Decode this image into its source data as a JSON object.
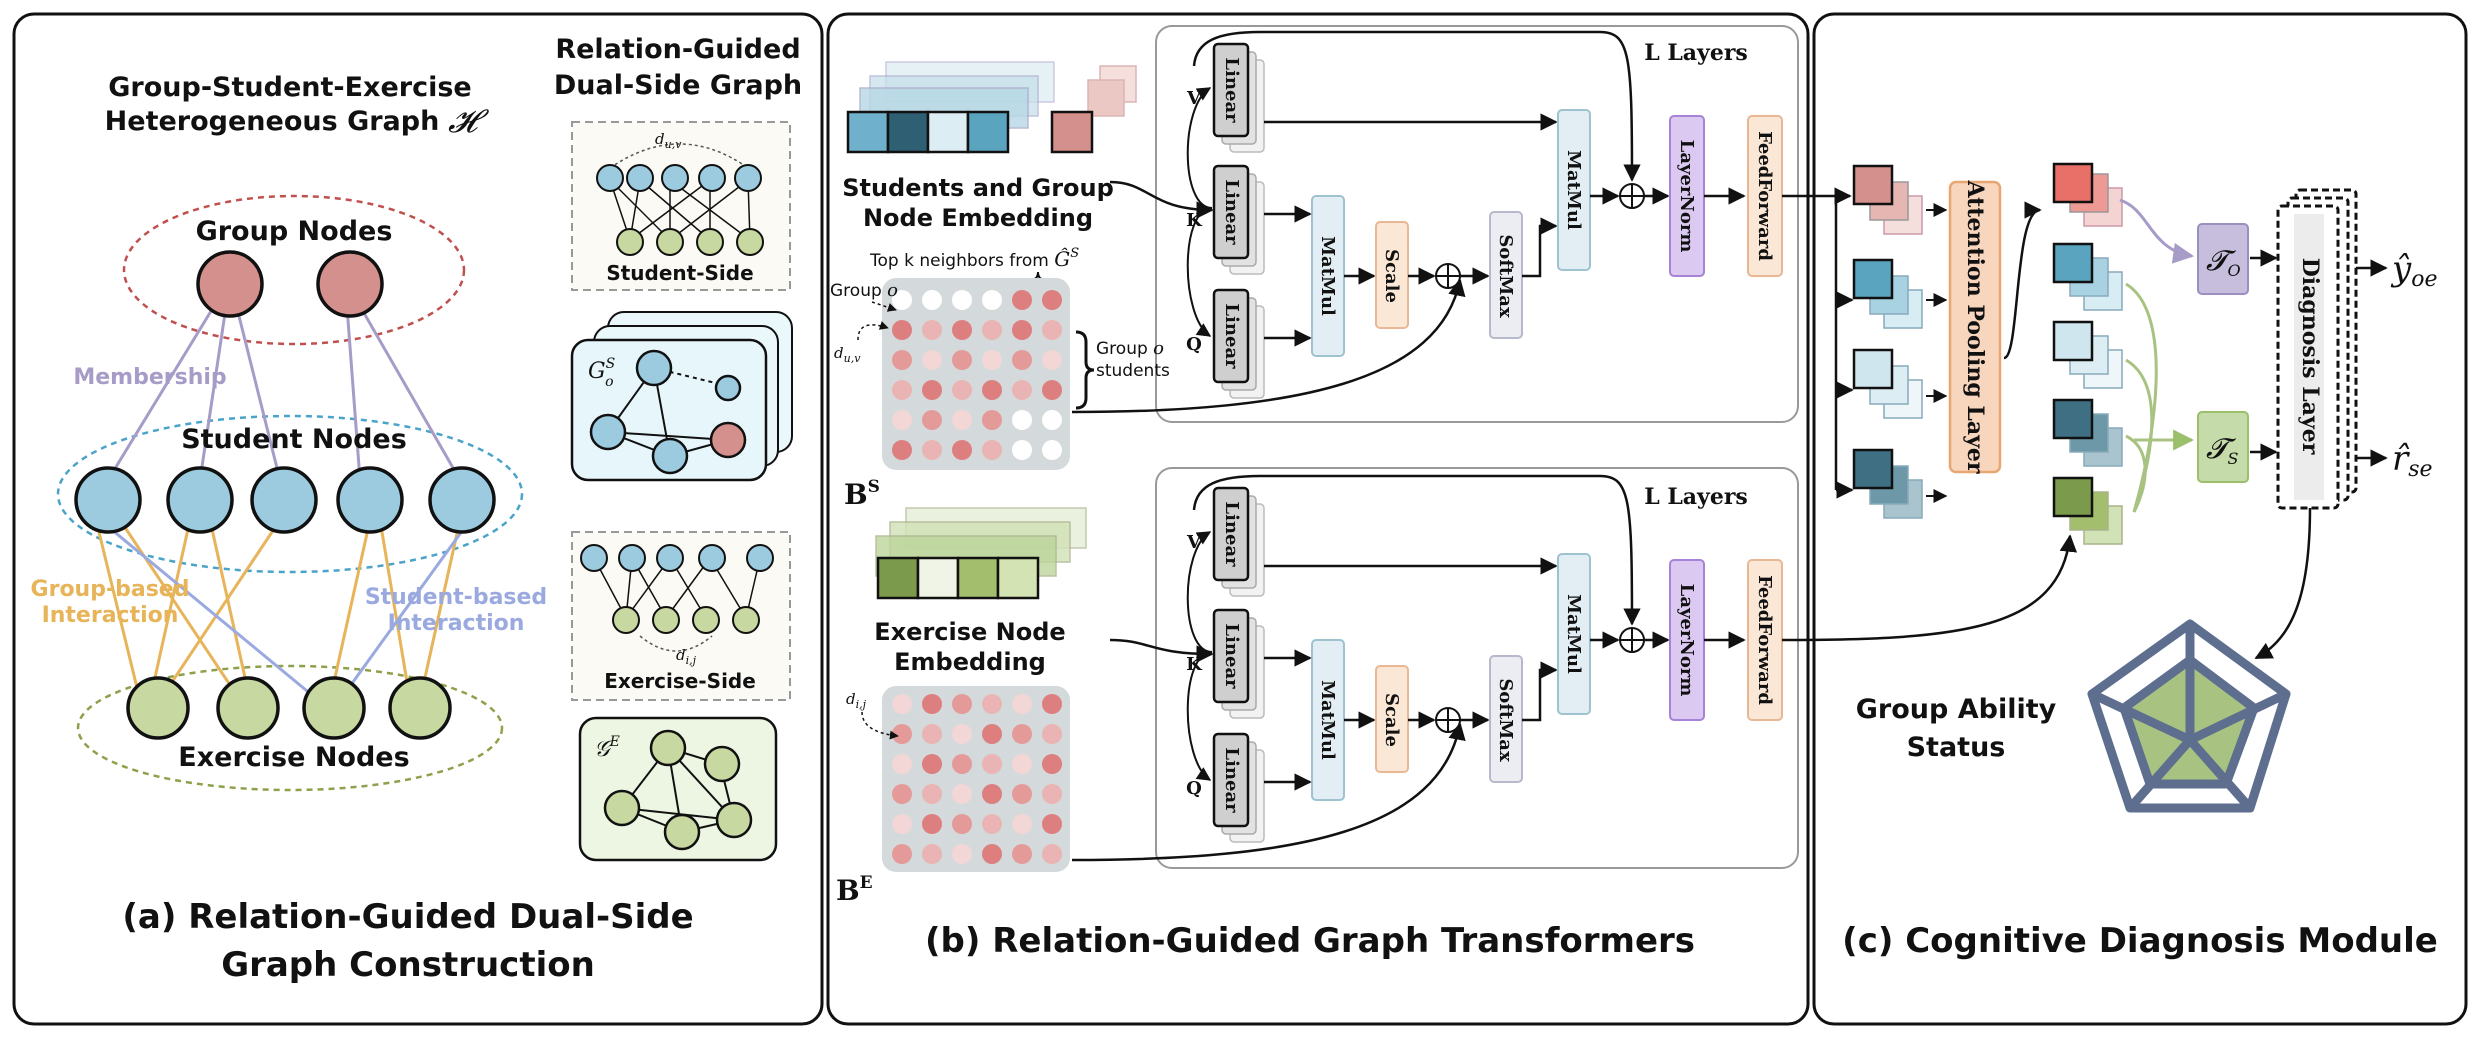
{
  "panel_a": {
    "het_title_line1": "Group-Student-Exercise",
    "het_title_line2": "Heterogeneous Graph",
    "het_symbol": "𝓗",
    "dual_title_line1": "Relation-Guided",
    "dual_title_line2": "Dual-Side Graph",
    "group_nodes": "Group Nodes",
    "student_nodes": "Student Nodes",
    "exercise_nodes": "Exercise Nodes",
    "membership": "Membership",
    "group_interaction_line1": "Group-based",
    "group_interaction_line2": "Interaction",
    "student_interaction_line1": "Student-based",
    "student_interaction_line2": "Interaction",
    "duv": "d",
    "duv_sub": "u,v",
    "dij": "d",
    "dij_sub": "i,j",
    "student_side": "Student-Side",
    "exercise_side": "Exercise-Side",
    "g_s_base": "G",
    "g_s_sup": "S",
    "g_s_sub": "o",
    "g_e_base": "𝒢",
    "g_e_sup": "E",
    "caption_line1": "(a) Relation-Guided Dual-Side",
    "caption_line2": "Graph Construction"
  },
  "panel_b": {
    "l_layers_top": "L Layers",
    "l_layers_bottom": "L Layers",
    "sg_embed_line1": "Students and Group",
    "sg_embed_line2": "Node Embedding",
    "ex_embed_line1": "Exercise Node",
    "ex_embed_line2": "Embedding",
    "topk": "Top k neighbors from ",
    "topk_symbol": "Ĝ",
    "topk_sup": "S",
    "group_o": "Group ",
    "group_o_var": "o",
    "group_o_students_line1": "Group ",
    "group_o_students_var": "o",
    "group_o_students_line2": "students",
    "duv": "d",
    "duv_sub": "u,v",
    "dij": "d",
    "dij_sub": "i,j",
    "bs_base": "B",
    "bs_sup": "S",
    "be_base": "B",
    "be_sup": "E",
    "v": "V",
    "k": "K",
    "q": "Q",
    "linear": "Linear",
    "matmul": "MatMul",
    "scale": "Scale",
    "softmax": "SoftMax",
    "layernorm": "LayerNorm",
    "feedforward": "FeedForward",
    "caption": "(b) Relation-Guided Graph Transformers"
  },
  "panel_c": {
    "attention_pooling": "Attention Pooling Layer",
    "diagnosis_layer": "Diagnosis Layer",
    "t_o": "𝓣",
    "t_o_sub": "O",
    "t_s": "𝓣",
    "t_s_sub": "S",
    "y_oe": "ŷ",
    "y_oe_sub": "oe",
    "r_se": "r̂",
    "r_se_sub": "se",
    "ability_line1": "Group Ability",
    "ability_line2": "Status",
    "caption": "(c) Cognitive Diagnosis Module"
  },
  "colors": {
    "group_node": "#d4908c",
    "student_node": "#9ccbdf",
    "exercise_node": "#c7d8a1",
    "membership": "#a79bc8",
    "group_interaction": "#e8b45a",
    "student_interaction": "#9aa9e0",
    "radar": "#5d6e8f",
    "radar_fill": "#a8c381"
  }
}
